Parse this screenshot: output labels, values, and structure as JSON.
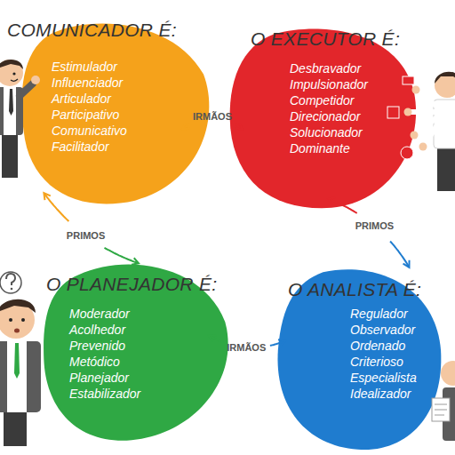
{
  "diagram": {
    "nodes": [
      {
        "text": [
          "COMUNICADOR É:",
          "Estimulador Influenciador Articulador Participativo Comunicativo Facilitador"
        ]
      },
      {
        "text": [
          "O EXECUTOR É:",
          "Desbravador Impulsionador Competidor Direcionador Solucionador Dominante"
        ]
      },
      {
        "text": [
          "O PLANEJADOR É:",
          "Moderador Acolhedor Prevenido Metódico Planejador Estabilizador"
        ]
      },
      {
        "text": [
          "O ANALISTA É:",
          "Regulador Observador Ordenado Criterioso Especialista Idealizador"
        ]
      }
    ],
    "edges": [
      {
        "from": 0,
        "to": 1,
        "label": "IRMÃOS",
        "arrow": "both"
      },
      {
        "from": 0,
        "to": 2,
        "label": "PRIMOS",
        "arrow": "both"
      },
      {
        "from": 1,
        "to": 3,
        "label": "PRIMOS",
        "arrow": "both"
      },
      {
        "from": 2,
        "to": 3,
        "label": "IRMÃOS",
        "arrow": "both"
      }
    ]
  }
}
